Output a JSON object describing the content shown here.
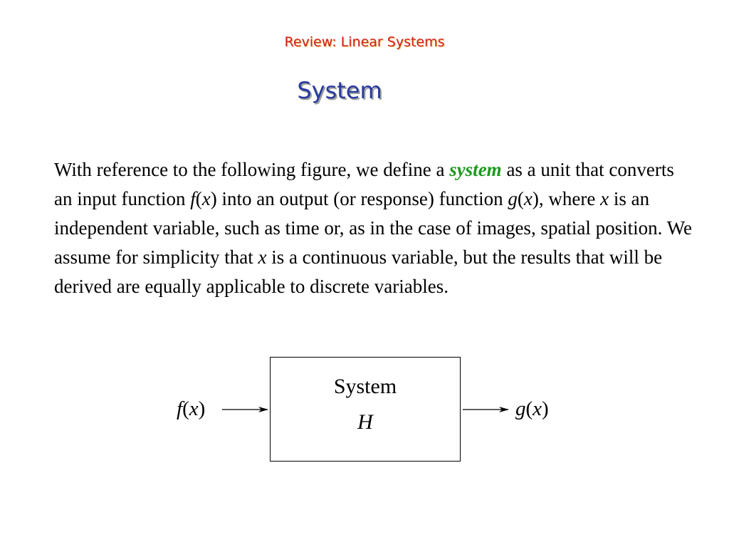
{
  "header": {
    "text": "Review: Linear Systems"
  },
  "title": {
    "text": "System"
  },
  "paragraph": {
    "part1": "With reference to the following figure, we define a ",
    "emphasis": "system",
    "part2": " as a unit that converts an input function ",
    "f_sym": "f",
    "paren_open_1": "(",
    "x_sym_1": "x",
    "paren_close_1": ")",
    "part3": " into an output (or response) function ",
    "g_sym": "g",
    "paren_open_2": "(",
    "x_sym_2": "x",
    "paren_close_2": ")",
    "part4": ", where ",
    "x_sym_3": "x",
    "part5": " is an independent variable, such as time or, as in the case of images, spatial position.  We assume for simplicity that ",
    "x_sym_4": "x",
    "part6": " is a continuous variable, but the results that will be derived are equally applicable to discrete variables."
  },
  "diagram": {
    "box_label": "System",
    "box_symbol": "H",
    "input": {
      "func": "f",
      "open": "(",
      "var": "x",
      "close": ")"
    },
    "output": {
      "func": "g",
      "open": "(",
      "var": "x",
      "close": ")"
    }
  },
  "colors": {
    "header": "#d42020",
    "title": "#2b3aa0",
    "emphasis": "#1a9a1a"
  }
}
